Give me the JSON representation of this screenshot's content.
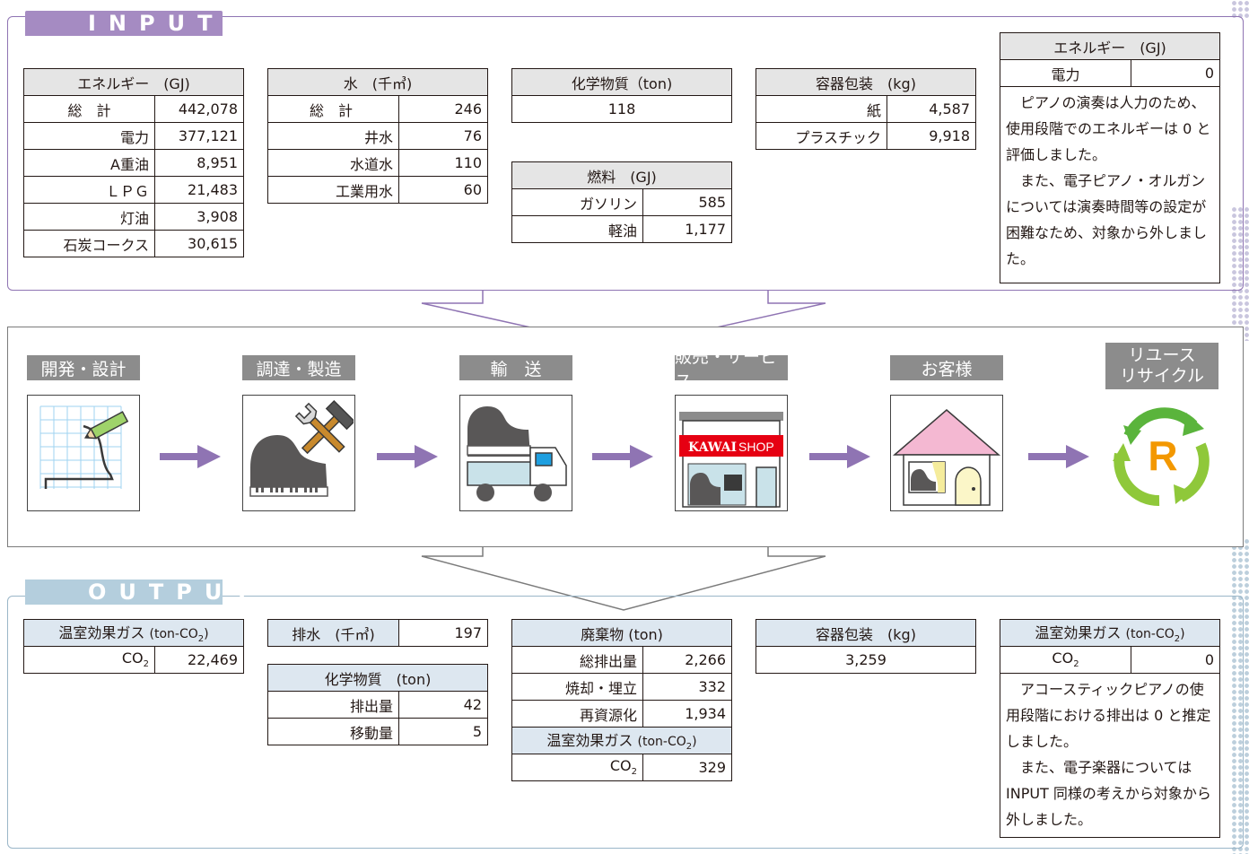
{
  "input": {
    "tab": "INPUT",
    "energy": {
      "header": "エネルギー　(GJ)",
      "rows": [
        {
          "label": "総　計",
          "value": "442,078"
        },
        {
          "label": "電力",
          "value": "377,121"
        },
        {
          "label": "A重油",
          "value": "8,951"
        },
        {
          "label": "ＬＰＧ",
          "value": "21,483"
        },
        {
          "label": "灯油",
          "value": "3,908"
        },
        {
          "label": "石炭コークス",
          "value": "30,615"
        }
      ]
    },
    "water": {
      "header": "水　(千㎥)",
      "rows": [
        {
          "label": "総　計",
          "value": "246"
        },
        {
          "label": "井水",
          "value": "76"
        },
        {
          "label": "水道水",
          "value": "110"
        },
        {
          "label": "工業用水",
          "value": "60"
        }
      ]
    },
    "chemical": {
      "header": "化学物質（ton)",
      "value": "118"
    },
    "fuel": {
      "header": "燃料　(GJ)",
      "rows": [
        {
          "label": "ガソリン",
          "value": "585"
        },
        {
          "label": "軽油",
          "value": "1,177"
        }
      ]
    },
    "packaging": {
      "header": "容器包装　(kg)",
      "rows": [
        {
          "label": "紙",
          "value": "4,587"
        },
        {
          "label": "プラスチック",
          "value": "9,918"
        }
      ]
    },
    "usage": {
      "header": "エネルギー　(GJ)",
      "label": "電力",
      "value": "0",
      "note_1": "ピアノの演奏は人力のため、使用段階でのエネルギーは 0 と評価しました。",
      "note_2": "また、電子ピアノ・オルガンについては演奏時間等の設定が困難なため、対象から外しました。"
    }
  },
  "process": {
    "steps": [
      {
        "label": "開発・設計",
        "icon": "design-drawing-icon"
      },
      {
        "label": "調達・製造",
        "icon": "piano-tools-icon"
      },
      {
        "label": "輸　送",
        "icon": "truck-piano-icon"
      },
      {
        "label": "販売・サービス",
        "icon": "shop-icon"
      },
      {
        "label": "お客様",
        "icon": "house-icon"
      },
      {
        "label": "リユース\nリサイクル",
        "icon": "recycle-icon"
      }
    ],
    "shop_sign_1": "KAWAI",
    "shop_sign_2": "SHOP",
    "recycle_letter": "R"
  },
  "output": {
    "tab": "OUTPUT",
    "ghg": {
      "header_main": "温室効果ガス",
      "header_unit": "(ton-CO",
      "header_sub": "2",
      "header_end": ")",
      "label": "CO",
      "label_sub": "2",
      "value": "22,469"
    },
    "wastewater": {
      "label": "排水　(千㎥)",
      "value": "197"
    },
    "chemical": {
      "header": "化学物質　(ton)",
      "rows": [
        {
          "label": "排出量",
          "value": "42"
        },
        {
          "label": "移動量",
          "value": "5"
        }
      ]
    },
    "waste": {
      "header": "廃棄物 (ton)",
      "rows": [
        {
          "label": "総排出量",
          "value": "2,266"
        },
        {
          "label": "焼却・埋立",
          "value": "332"
        },
        {
          "label": "再資源化",
          "value": "1,934"
        }
      ],
      "ghg_header_main": "温室効果ガス",
      "ghg_label": "CO",
      "ghg_value": "329"
    },
    "packaging": {
      "header": "容器包装　(kg)",
      "value": "3,259"
    },
    "usage": {
      "header_main": "温室効果ガス",
      "label": "CO",
      "value": "0",
      "note_1": "アコースティックピアノの使用段階における排出は 0 と推定しました。",
      "note_2": "また、電子楽器については INPUT 同様の考えから対象から外しました。"
    }
  }
}
